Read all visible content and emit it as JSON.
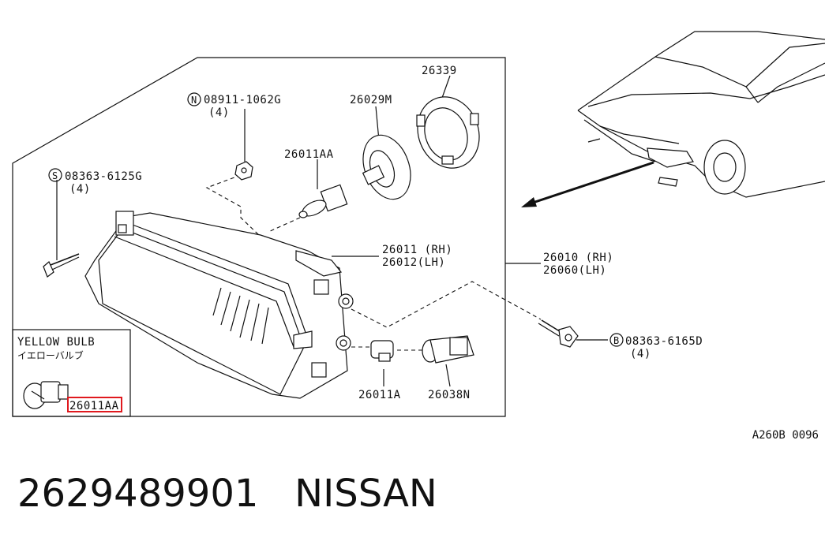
{
  "diagram": {
    "labels": {
      "p26339": "26339",
      "p26029m": "26029M",
      "p08911": "08911-1062G",
      "p08911_qty": "(4)",
      "p08911_prefix": "N",
      "p26011aa": "26011AA",
      "p08363_6125g": "08363-6125G",
      "p08363_6125g_qty": "(4)",
      "p08363_6125g_prefix": "S",
      "p26011_rh": "26011 (RH)",
      "p26012_lh": "26012(LH)",
      "p26010_rh": "26010 (RH)",
      "p26060_lh": "26060(LH)",
      "p08363_6165d": "08363-6165D",
      "p08363_6165d_qty": "(4)",
      "p08363_6165d_prefix": "B",
      "p26011a": "26011A",
      "p26038n": "26038N",
      "inset_title": "YELLOW BULB",
      "inset_subtitle": "イエローバルブ",
      "inset_part": "26011AA"
    },
    "highlight_color": "#e0191e"
  },
  "drawing_code": "A260B 0096",
  "footer": {
    "part_number": "2629489901",
    "brand": "NISSAN"
  }
}
